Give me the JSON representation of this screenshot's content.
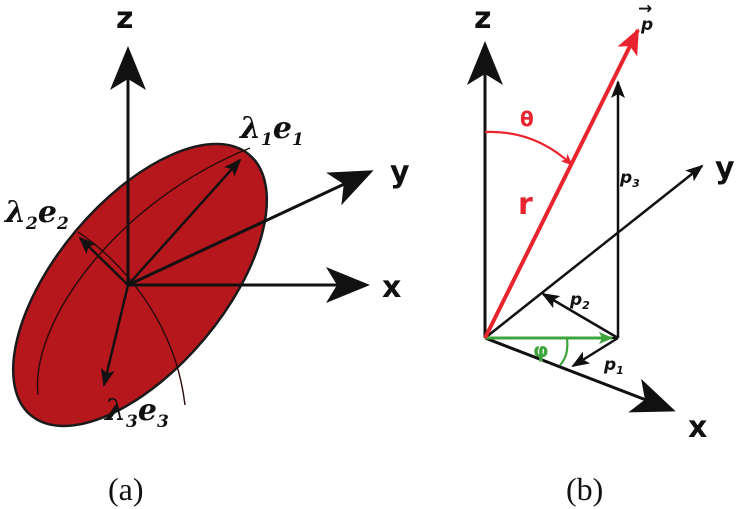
{
  "panel_a": {
    "caption": "(a)",
    "axes": {
      "z": "z",
      "y": "y",
      "x": "x"
    },
    "eigen_labels": [
      {
        "lambda": "λ",
        "lambda_sub": "1",
        "e": "e",
        "e_sub": "1"
      },
      {
        "lambda": "λ",
        "lambda_sub": "2",
        "e": "e",
        "e_sub": "2"
      },
      {
        "lambda": "λ",
        "lambda_sub": "3",
        "e": "e",
        "e_sub": "3"
      }
    ]
  },
  "panel_b": {
    "caption": "(b)",
    "axes": {
      "z": "z",
      "y": "y",
      "x": "x"
    },
    "vector": {
      "symbol": "p",
      "arrow": "→"
    },
    "radius": "r",
    "theta": "θ",
    "phi": "φ",
    "components": [
      {
        "base": "p",
        "sub": "1"
      },
      {
        "base": "p",
        "sub": "2"
      },
      {
        "base": "p",
        "sub": "3"
      }
    ]
  },
  "colors": {
    "ellipsoid_fill": "#b5171c",
    "ellipsoid_stroke": "#1a1a1a",
    "axis": "#111111",
    "polar": "#e8252f",
    "azimuth": "#3ea43c"
  }
}
